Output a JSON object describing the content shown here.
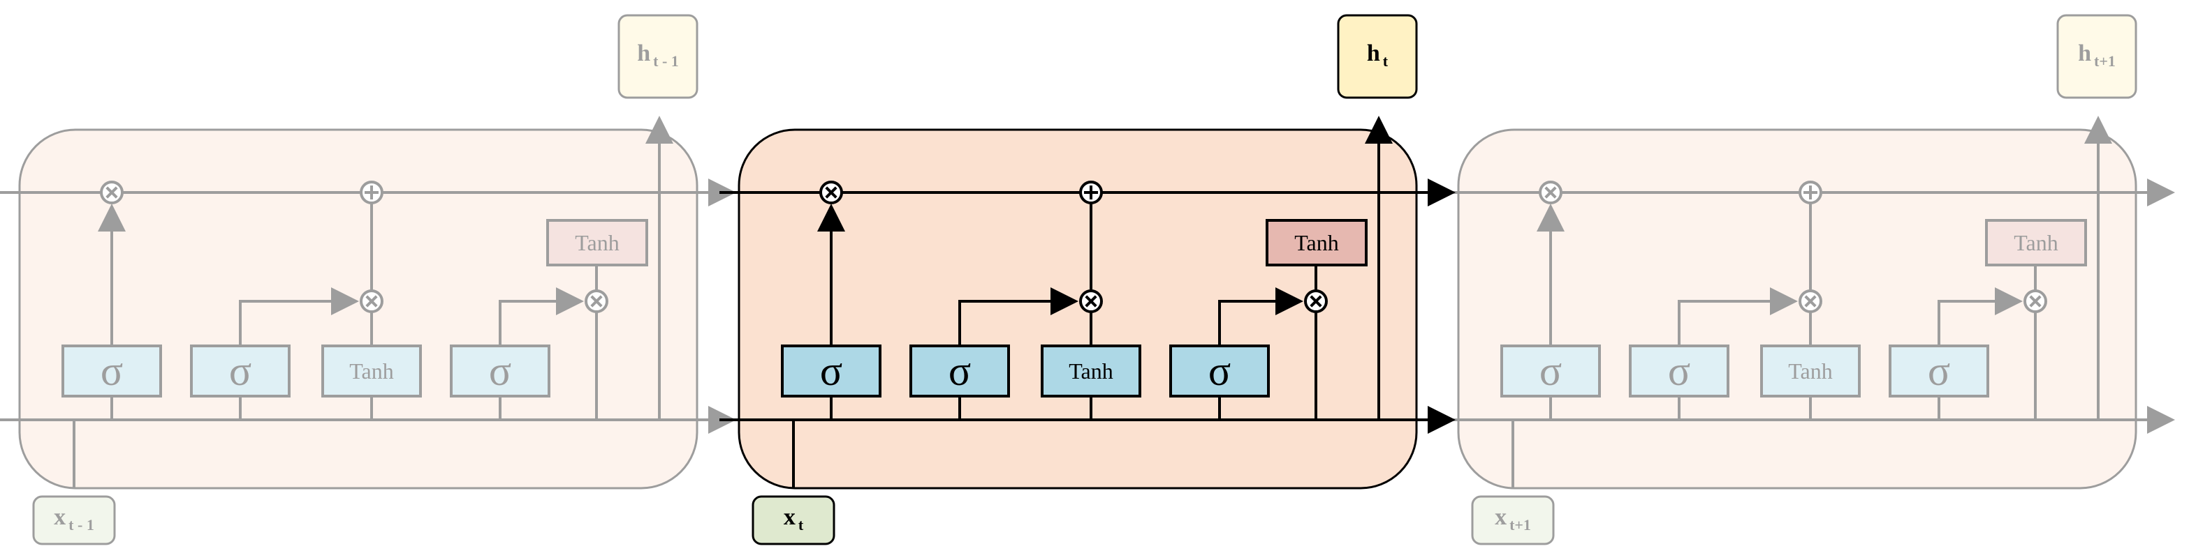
{
  "colors": {
    "cell_fill": "#fbe1d0",
    "sigma_fill": "#add8e6",
    "tanh_fill": "#e6b8b0",
    "h_fill": "#fff2c4",
    "x_fill": "#dfe9cf",
    "line": "#000000"
  },
  "cells": [
    {
      "gate_labels": [
        "σ",
        "σ",
        "Tanh",
        "σ"
      ],
      "cell_tanh_label": "Tanh",
      "h_label": {
        "base": "h",
        "sub": "t - 1"
      },
      "x_label": {
        "base": "x",
        "sub": "t - 1"
      },
      "faded": true
    },
    {
      "gate_labels": [
        "σ",
        "σ",
        "Tanh",
        "σ"
      ],
      "cell_tanh_label": "Tanh",
      "h_label": {
        "base": "h",
        "sub": "t"
      },
      "x_label": {
        "base": "x",
        "sub": "t"
      },
      "faded": false
    },
    {
      "gate_labels": [
        "σ",
        "σ",
        "Tanh",
        "σ"
      ],
      "cell_tanh_label": "Tanh",
      "h_label": {
        "base": "h",
        "sub": "t+1"
      },
      "x_label": {
        "base": "x",
        "sub": "t+1"
      },
      "faded": true
    }
  ]
}
